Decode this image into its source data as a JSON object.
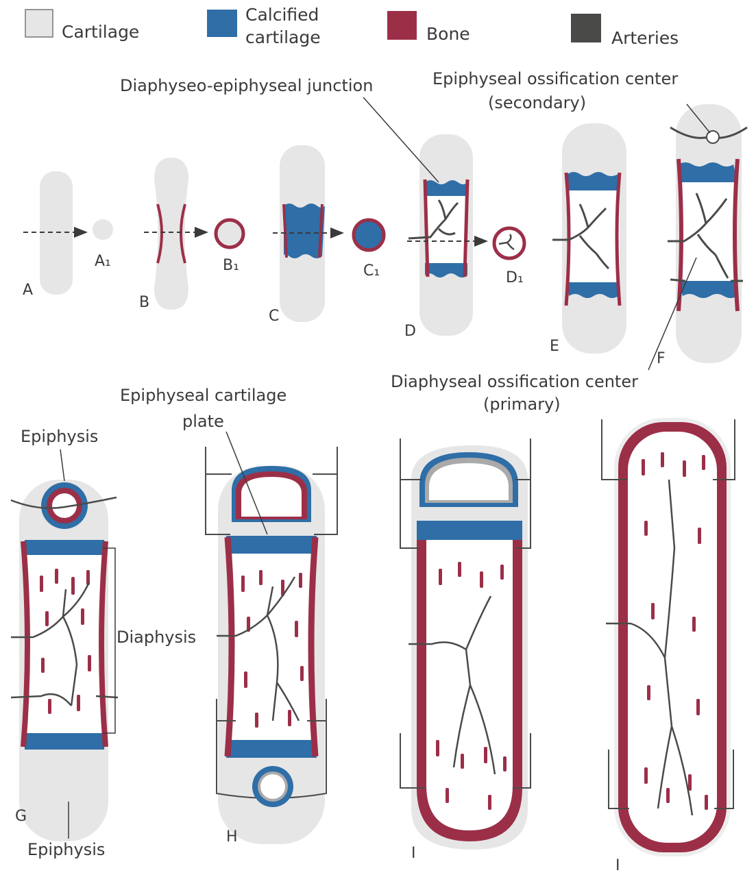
{
  "legend": [
    {
      "label_lines": [
        "Cartilage"
      ],
      "color": "#e6e6e6"
    },
    {
      "label_lines": [
        "Calcified",
        "cartilage"
      ],
      "color": "#2f6ea6"
    },
    {
      "label_lines": [
        "Bone"
      ],
      "color": "#9c2f48"
    },
    {
      "label_lines": [
        "Arteries"
      ],
      "color": "#4a4a48"
    }
  ],
  "colors": {
    "cartilage": "#e6e6e6",
    "calcified": "#2f6ea6",
    "bone": "#9c2f48",
    "artery": "#4a4a48",
    "marrow": "#ffffff",
    "text": "#3a3a3a"
  },
  "stage_letters": {
    "A": "A",
    "A1": "A₁",
    "B": "B",
    "B1": "B₁",
    "C": "C",
    "C1": "C₁",
    "D": "D",
    "D1": "D₁",
    "E": "E",
    "F": "F",
    "G": "G",
    "H": "H",
    "I1": "I",
    "I2": "I"
  },
  "annotations": {
    "diaphyseo_epiphyseal_junction": "Diaphyseo-epiphyseal junction",
    "epiphyseal_center_line1": "Epiphyseal ossification center",
    "epiphyseal_center_line2": "(secondary)",
    "diaphyseal_center_line1": "Diaphyseal ossification center",
    "diaphyseal_center_line2": "(primary)",
    "epiphyseal_plate_line1": "Epiphyseal cartilage",
    "epiphyseal_plate_line2": "plate",
    "epiphysis_top": "Epiphysis",
    "diaphysis": "Diaphysis",
    "epiphysis_bottom": "Epiphysis"
  }
}
